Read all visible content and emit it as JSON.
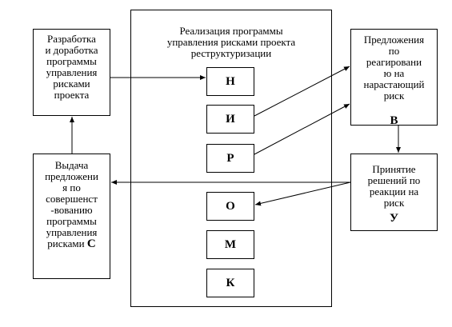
{
  "diagram": {
    "center": {
      "title": "Реализация программы\nуправления рисками проекта\nреструктуризации",
      "blocks": [
        "Н",
        "И",
        "Р",
        "О",
        "М",
        "К"
      ]
    },
    "top_left": {
      "text": "Разработка\nи доработка\nпрограммы\nуправления\nрисками\nпроекта"
    },
    "bottom_left": {
      "text": "Выдача\nпредложени\nя по\nсовершенст\n-вованию\nпрограммы\nуправления\nрисками",
      "label": "С"
    },
    "top_right": {
      "text": "Предложения\nпо\nреагировани\nю на\nнарастающий\nриск",
      "label": "В"
    },
    "bottom_right": {
      "text": "Принятие\nрешений по\nреакции на\nриск",
      "label": "У"
    }
  }
}
